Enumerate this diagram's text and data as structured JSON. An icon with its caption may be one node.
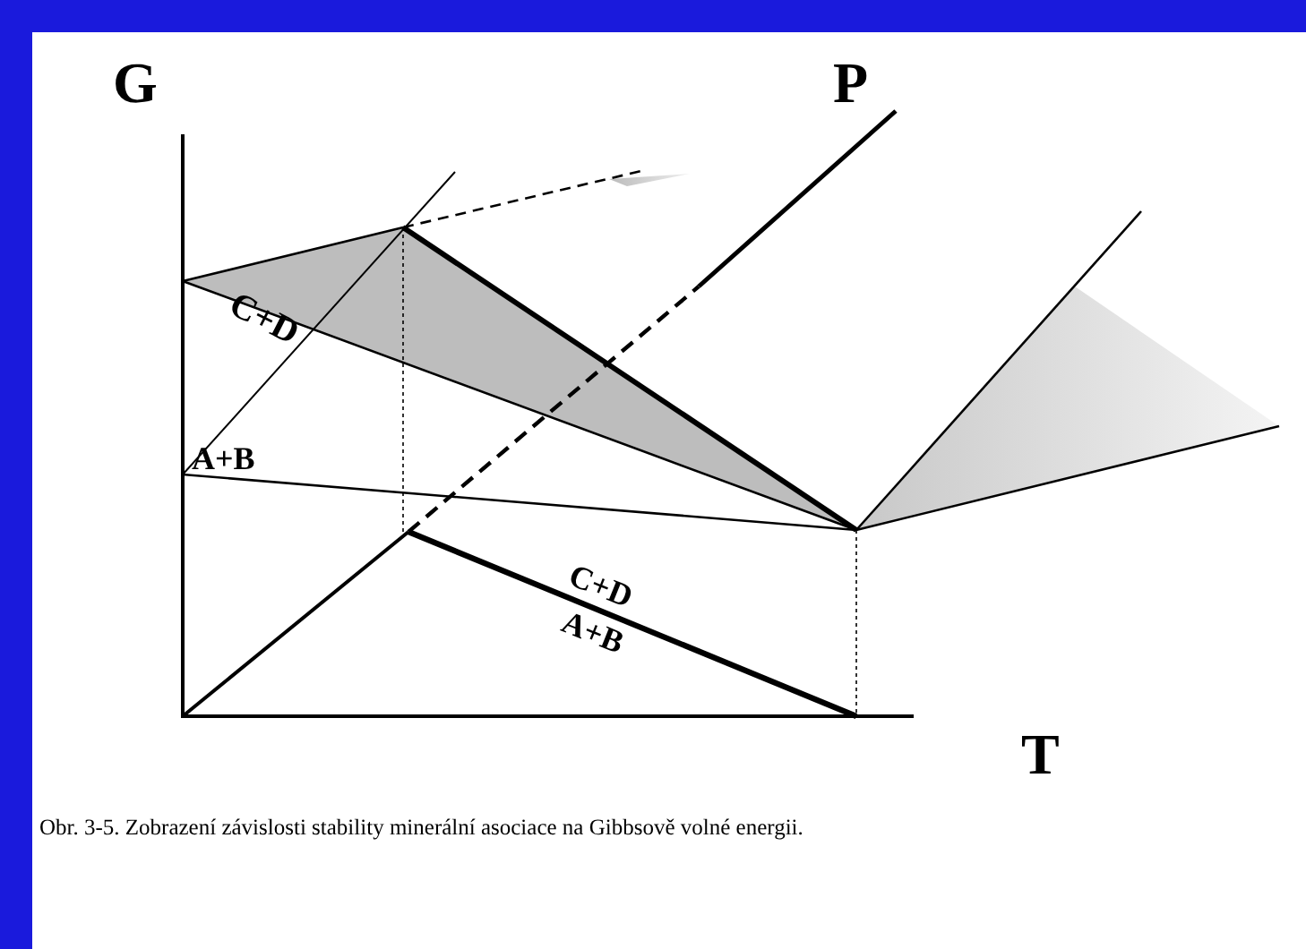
{
  "diagram": {
    "caption": "Obr. 3-5.  Zobrazení závislosti stability minerální asociace na Gibbsově volné energii.",
    "labels": [
      "G",
      "P",
      "C+D",
      "A+B",
      "C+D",
      "A+B",
      "T"
    ]
  }
}
